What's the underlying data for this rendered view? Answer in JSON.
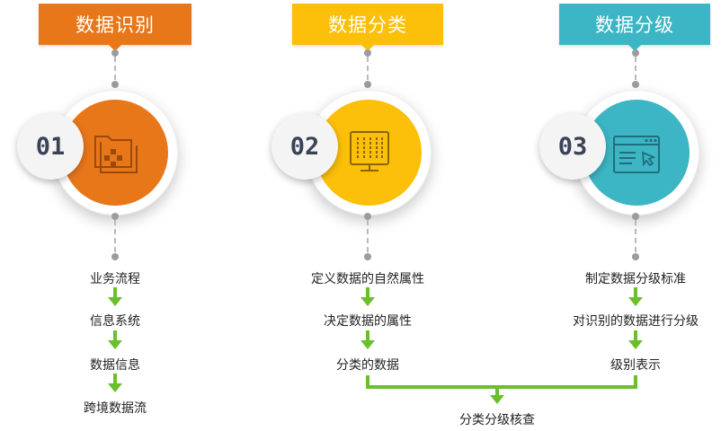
{
  "colors": {
    "identify": "#e8771a",
    "classify": "#fcbf0a",
    "grade": "#3cb5c4",
    "arrow": "#6abf2c"
  },
  "columns": [
    {
      "title": "数据识别",
      "number": "01",
      "icon": "folder-network-icon",
      "steps": [
        "业务流程",
        "信息系统",
        "数据信息",
        "跨境数据流"
      ]
    },
    {
      "title": "数据分类",
      "number": "02",
      "icon": "data-monitor-icon",
      "steps": [
        "定义数据的自然属性",
        "决定数据的属性",
        "分类的数据"
      ]
    },
    {
      "title": "数据分级",
      "number": "03",
      "icon": "browser-cursor-icon",
      "steps": [
        "制定数据分级标准",
        "对识别的数据进行分级",
        "级别表示"
      ]
    }
  ],
  "final_step": "分类分级核查"
}
